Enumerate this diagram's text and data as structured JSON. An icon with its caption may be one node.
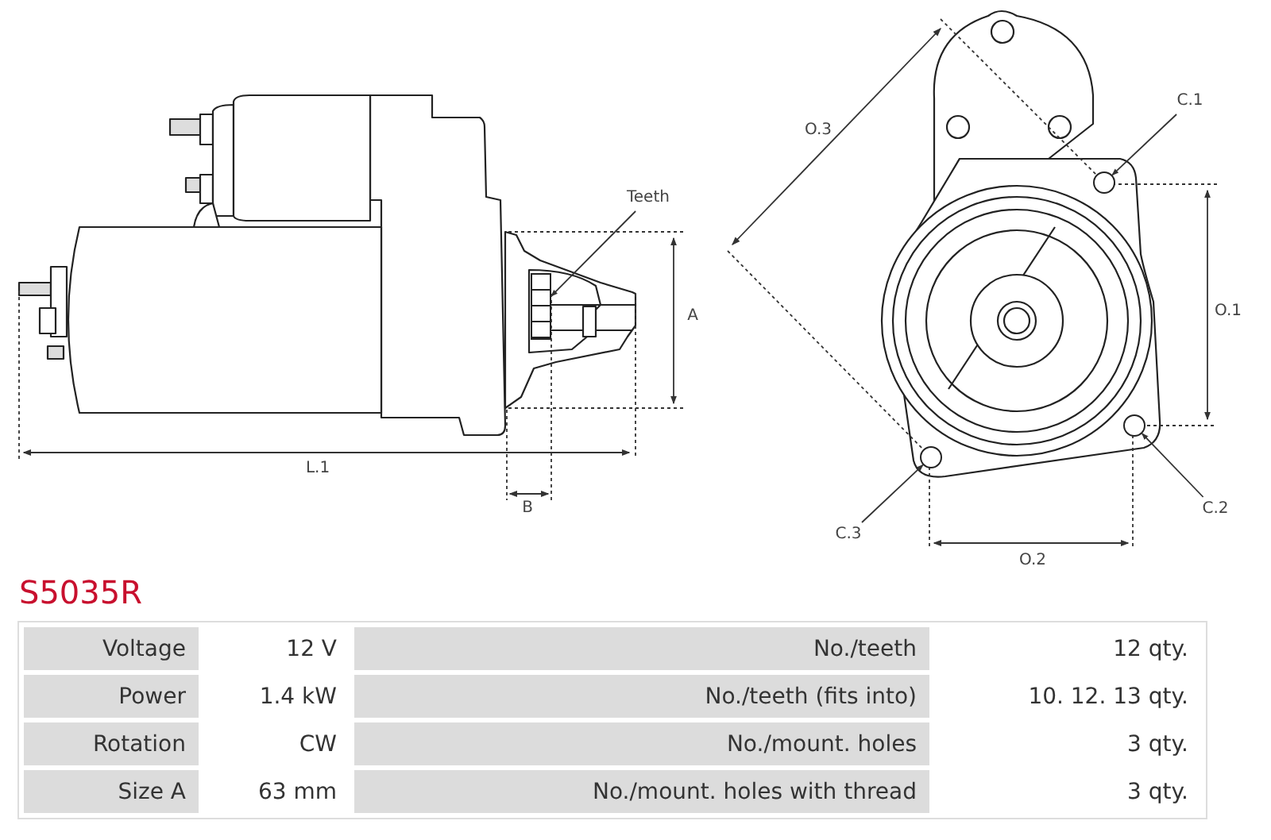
{
  "diagram": {
    "title": "S5035R",
    "nodes": [
      {
        "text": [
          "Teeth"
        ]
      },
      {
        "text": [],
        "shape": "box"
      },
      {
        "text": [
          "C.1"
        ]
      },
      {
        "text": [],
        "shape": "circle"
      },
      {
        "text": [
          "C.2"
        ]
      },
      {
        "text": [],
        "shape": "circle"
      },
      {
        "text": [
          "C.3"
        ]
      },
      {
        "text": [],
        "shape": "circle"
      }
    ],
    "edges": [
      {
        "from": 0,
        "to": 1,
        "arrow": "to"
      },
      {
        "from": 2,
        "to": 3,
        "arrow": "to"
      },
      {
        "from": 4,
        "to": 5,
        "arrow": "to"
      },
      {
        "from": 6,
        "to": 7,
        "arrow": "to"
      }
    ],
    "labels": [
      "O.3",
      "A",
      "O.1",
      "L.1",
      "B",
      "O.2",
      "Voltage",
      "12 V",
      "No./teeth",
      "12 qty.",
      "Power",
      "1.4 kW",
      "No./teeth (fits into)",
      "10. 12. 13 qty.",
      "Rotation",
      "CW",
      "No./mount. holes",
      "3 qty.",
      "Size A",
      "63 mm",
      "No./mount. holes with thread",
      "3 qty."
    ]
  }
}
